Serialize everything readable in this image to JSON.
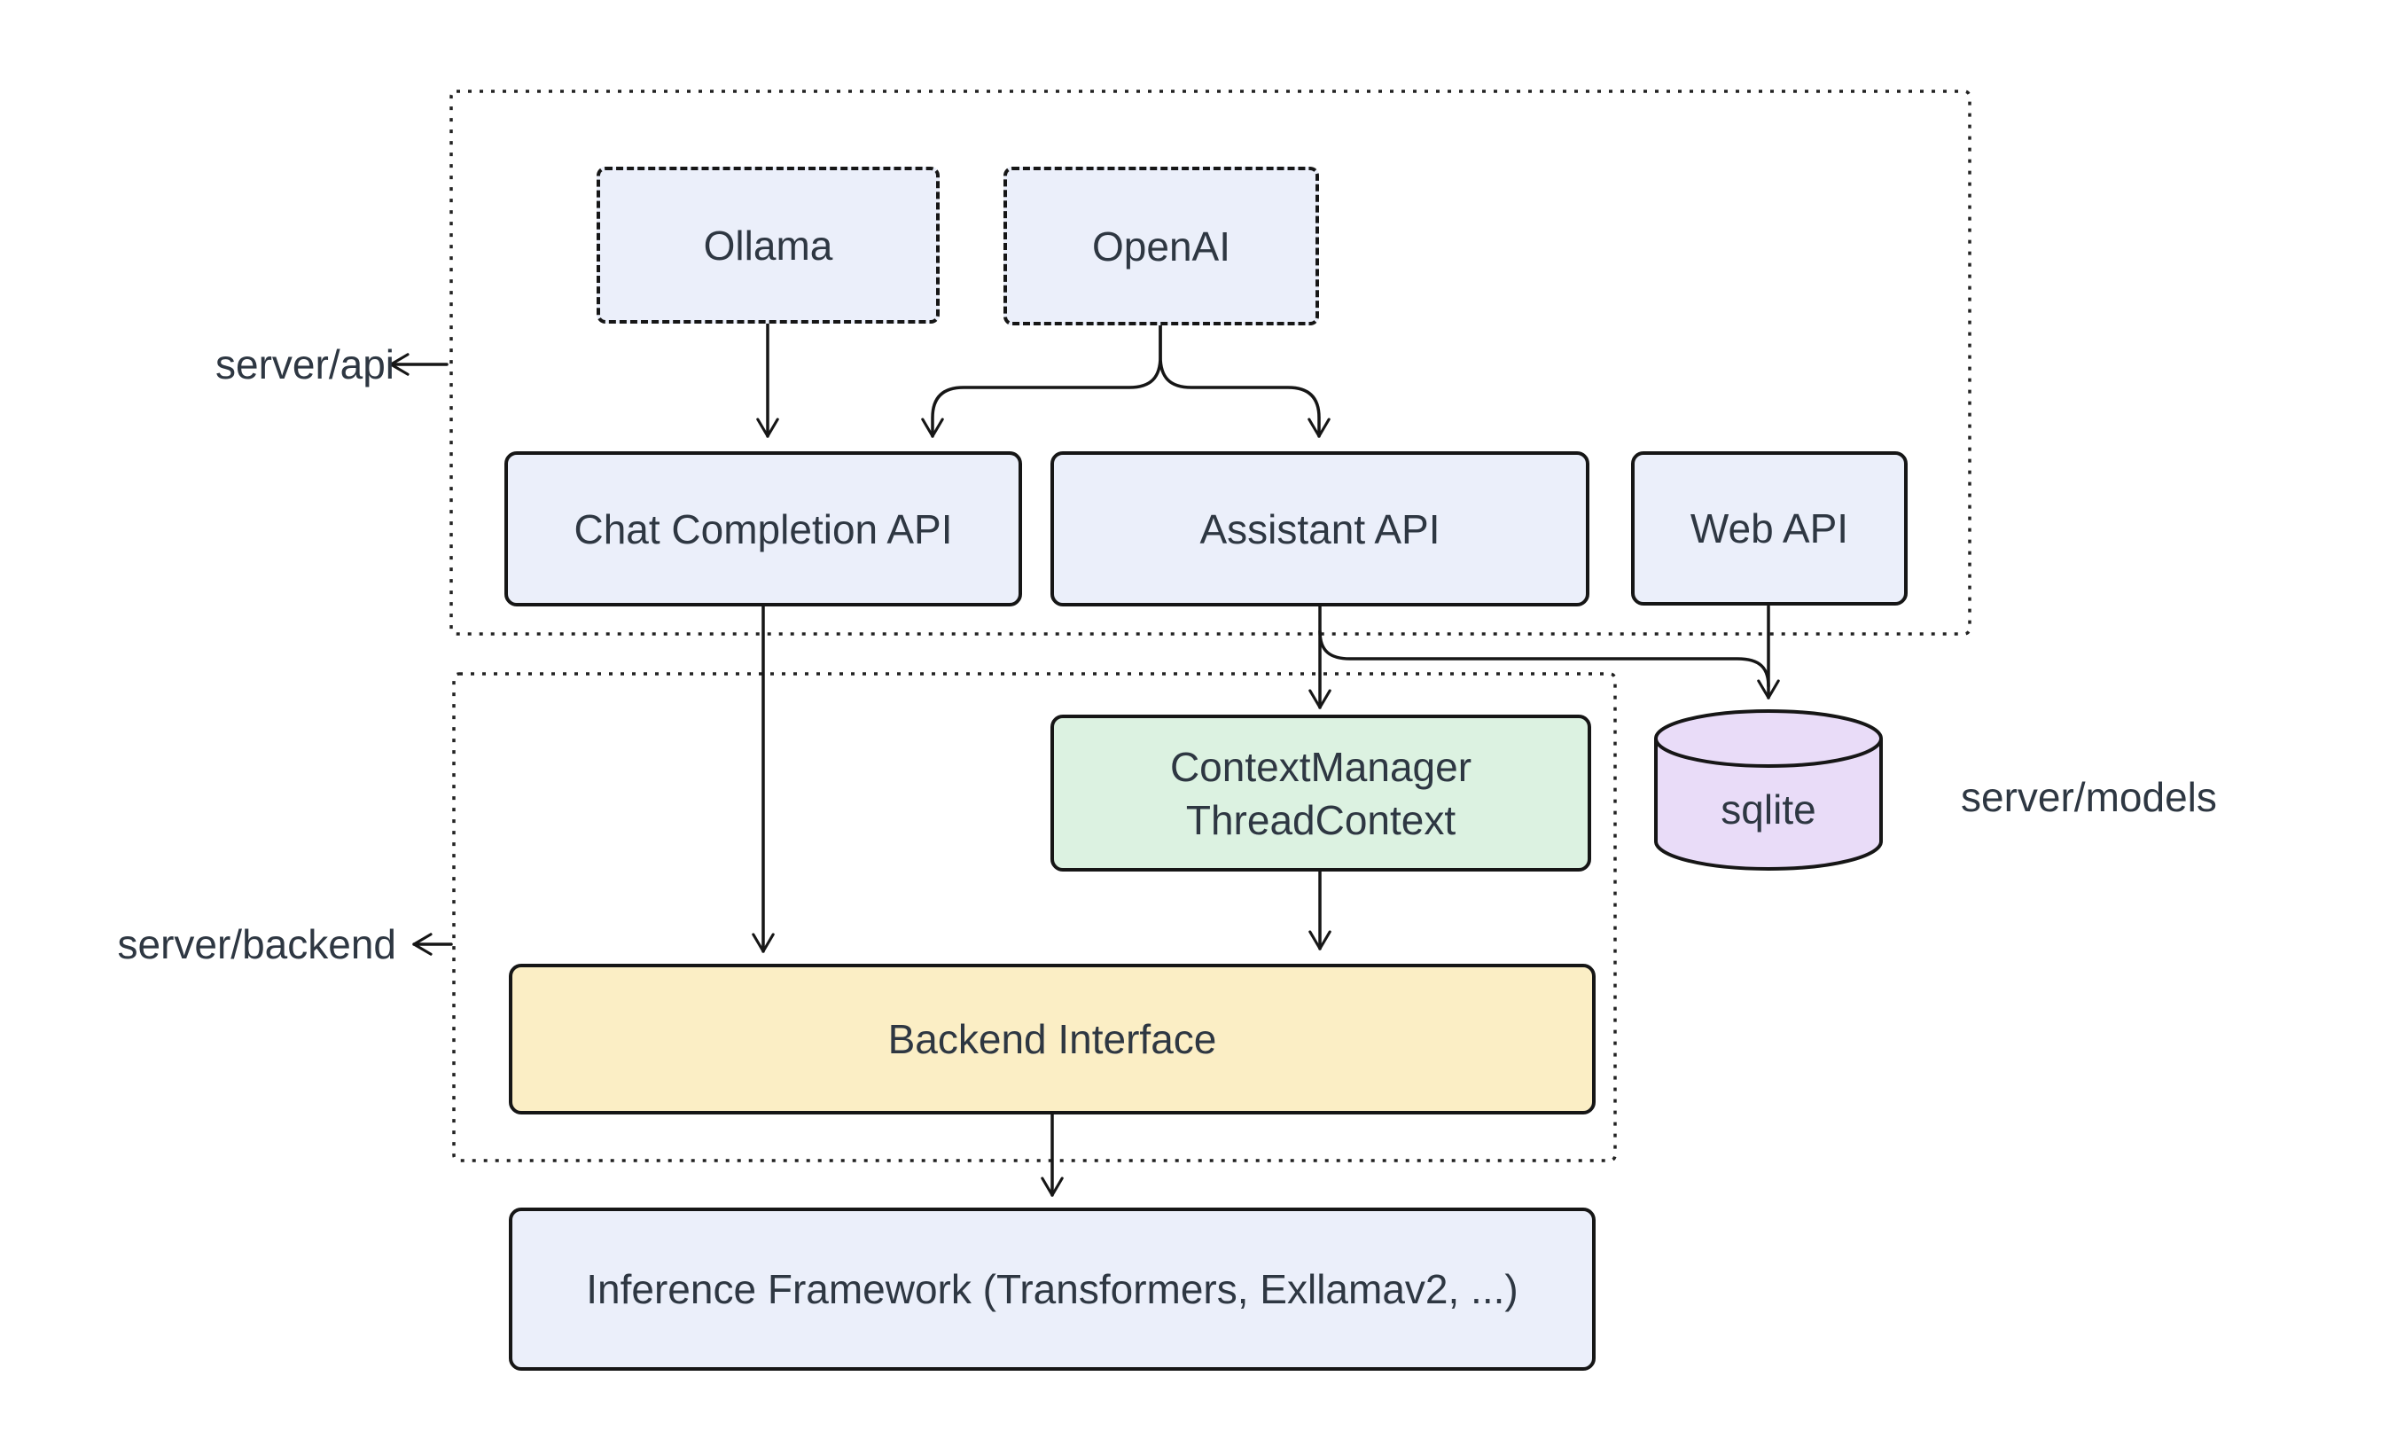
{
  "diagram": {
    "containers": {
      "server_api": {
        "label": "server/api"
      },
      "server_backend": {
        "label": "server/backend"
      },
      "server_models": {
        "label": "server/models"
      }
    },
    "nodes": {
      "ollama": {
        "label": "Ollama"
      },
      "openai": {
        "label": "OpenAI"
      },
      "chat_completion_api": {
        "label": "Chat Completion API"
      },
      "assistant_api": {
        "label": "Assistant API"
      },
      "web_api": {
        "label": "Web API"
      },
      "context_manager": {
        "label_line1": "ContextManager",
        "label_line2": "ThreadContext"
      },
      "sqlite": {
        "label": "sqlite"
      },
      "backend_interface": {
        "label": "Backend Interface"
      },
      "inference_framework": {
        "label": "Inference Framework (Transformers, Exllamav2, ...)"
      }
    },
    "edges": [
      {
        "from": "Ollama",
        "to": "Chat Completion API"
      },
      {
        "from": "OpenAI",
        "to": "Chat Completion API"
      },
      {
        "from": "OpenAI",
        "to": "Assistant API"
      },
      {
        "from": "Chat Completion API",
        "to": "Backend Interface"
      },
      {
        "from": "Assistant API",
        "to": "ContextManager ThreadContext"
      },
      {
        "from": "Assistant API",
        "to": "sqlite"
      },
      {
        "from": "Web API",
        "to": "sqlite"
      },
      {
        "from": "ContextManager ThreadContext",
        "to": "Backend Interface"
      },
      {
        "from": "Backend Interface",
        "to": "Inference Framework (Transformers, Exllamav2, ...)"
      }
    ],
    "colors": {
      "node_fill_blue": "#ebeffa",
      "node_fill_green": "#dcf2e1",
      "node_fill_yellow": "#fbeec5",
      "node_fill_purple": "#e9dcf8",
      "line_stroke": "#161616",
      "container_stroke": "#222222",
      "text": "#2e3742",
      "background": "#ffffff"
    }
  }
}
